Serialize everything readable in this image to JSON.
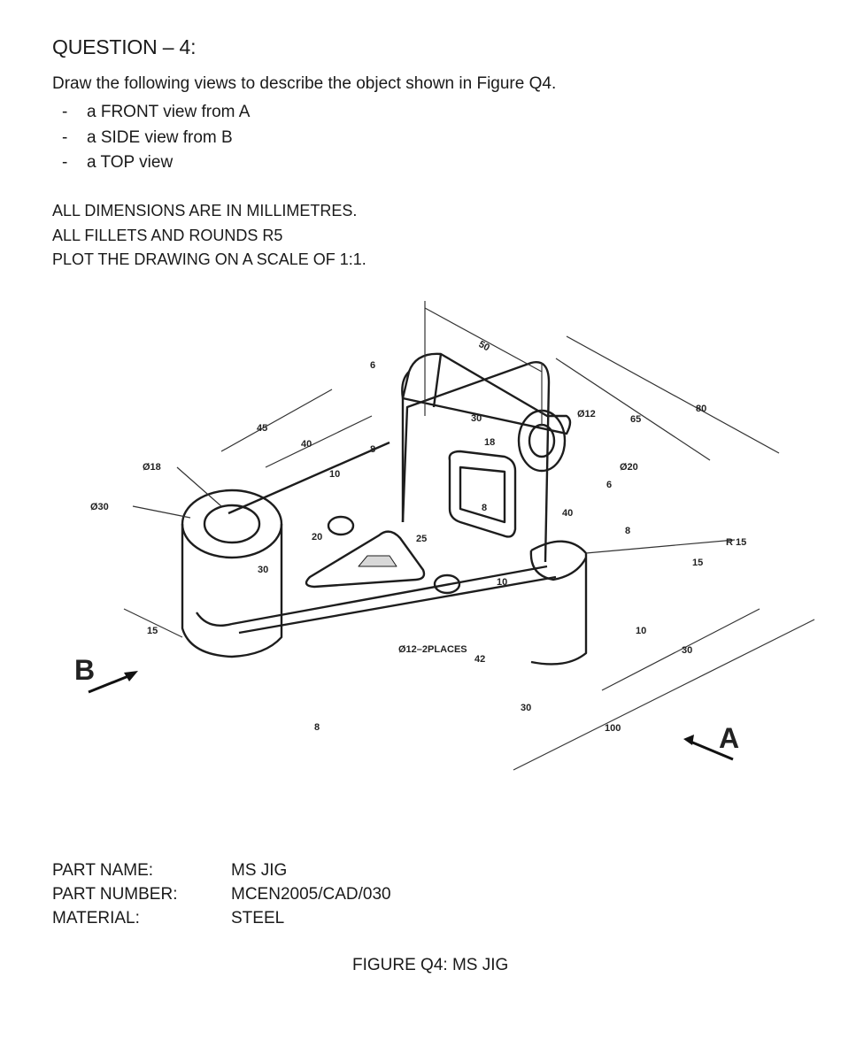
{
  "question": {
    "title": "QUESTION – 4",
    "suffix": ":"
  },
  "intro": "Draw the following views to describe the object shown in Figure Q4.",
  "views": [
    {
      "bullet": "-",
      "text": "a FRONT view from A"
    },
    {
      "bullet": "-",
      "text": "a SIDE view from B"
    },
    {
      "bullet": "-",
      "text": "a TOP view"
    }
  ],
  "notes": [
    "ALL DIMENSIONS ARE IN MILLIMETRES.",
    "ALL FILLETS AND ROUNDS R5",
    "PLOT THE DRAWING ON A SCALE OF 1:1."
  ],
  "drawing": {
    "dims": {
      "d50": "50",
      "d6a": "6",
      "d30a": "30",
      "d18": "18",
      "d8a": "8",
      "phi12": "Ø12",
      "d65": "65",
      "d80": "80",
      "phi20": "Ø20",
      "d6b": "6",
      "d40a": "40",
      "d8b": "8",
      "r15": "R 15",
      "d15a": "15",
      "d45": "45",
      "d40b": "40",
      "d8c": "8",
      "d10a": "10",
      "phi18": "Ø18",
      "phi30": "Ø30",
      "d20": "20",
      "d25": "25",
      "d30b": "30",
      "d10b": "10",
      "d15b": "15",
      "phi12places": "Ø12–2PLACES",
      "d42": "42",
      "d10c": "10",
      "d30c": "30",
      "d30d": "30",
      "d8d": "8",
      "d100": "100"
    },
    "view_b": "B",
    "view_a": "A"
  },
  "part": {
    "name_label": "PART NAME:",
    "name_value": "MS JIG",
    "number_label": "PART NUMBER:",
    "number_value": "MCEN2005/CAD/030",
    "material_label": "MATERIAL:",
    "material_value": "STEEL"
  },
  "caption": "FIGURE Q4: MS JIG"
}
